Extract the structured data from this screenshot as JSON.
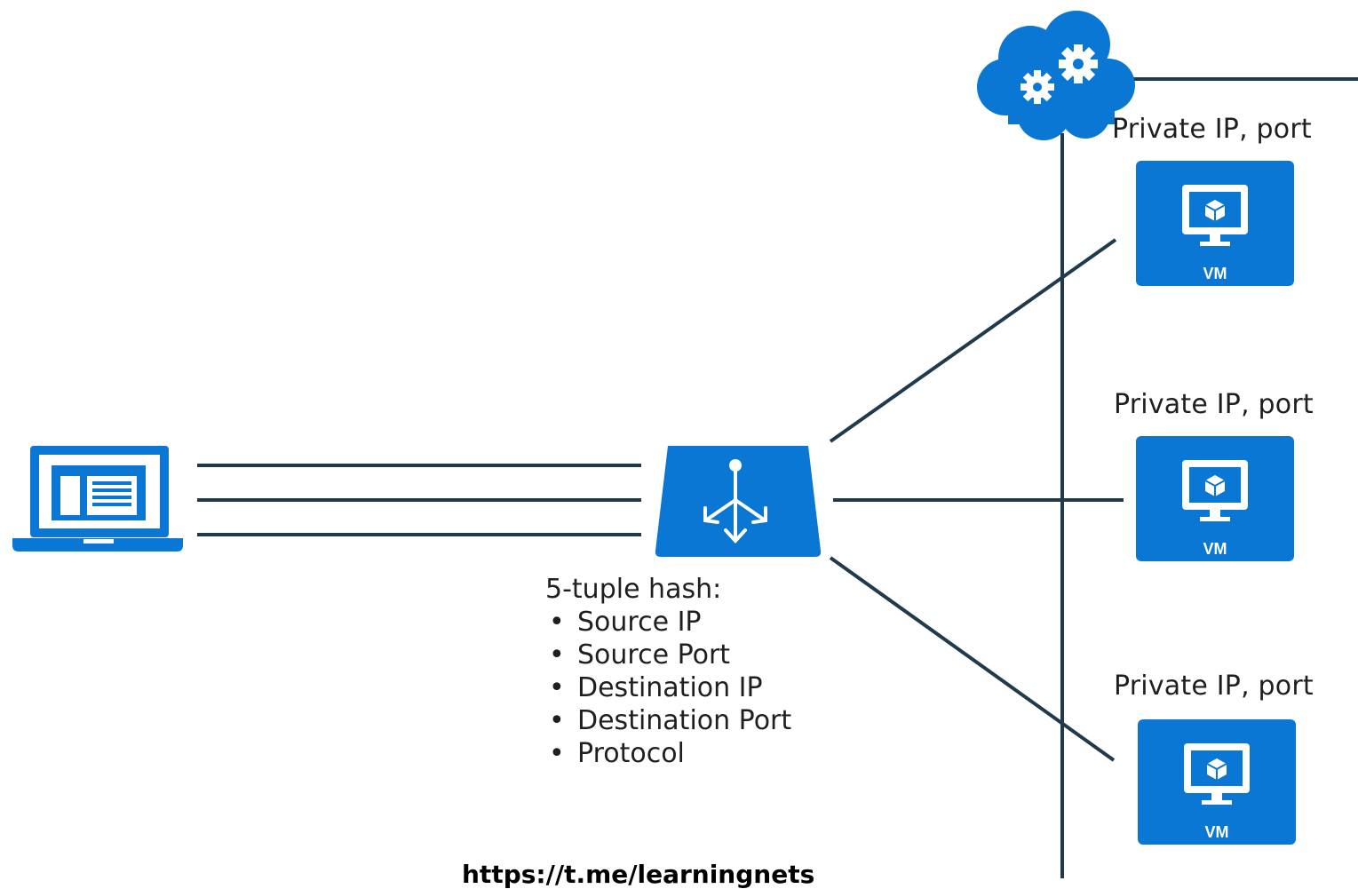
{
  "colors": {
    "azure_blue": "#0a77d4",
    "line": "#1f3a4d",
    "white": "#ffffff"
  },
  "client": {
    "icon": "laptop-icon"
  },
  "load_balancer": {
    "icon": "load-balancer-icon",
    "hash_title": "5-tuple hash:",
    "hash_fields": [
      "Source IP",
      "Source Port",
      "Destination IP",
      "Destination Port",
      "Protocol"
    ]
  },
  "cloud": {
    "icon": "cloud-services-icon"
  },
  "backends": [
    {
      "label": "Private IP, port",
      "badge": "VM",
      "icon": "virtual-machine-icon"
    },
    {
      "label": "Private IP, port",
      "badge": "VM",
      "icon": "virtual-machine-icon"
    },
    {
      "label": "Private IP, port",
      "badge": "VM",
      "icon": "virtual-machine-icon"
    }
  ],
  "watermark": "https://t.me/learningnets"
}
